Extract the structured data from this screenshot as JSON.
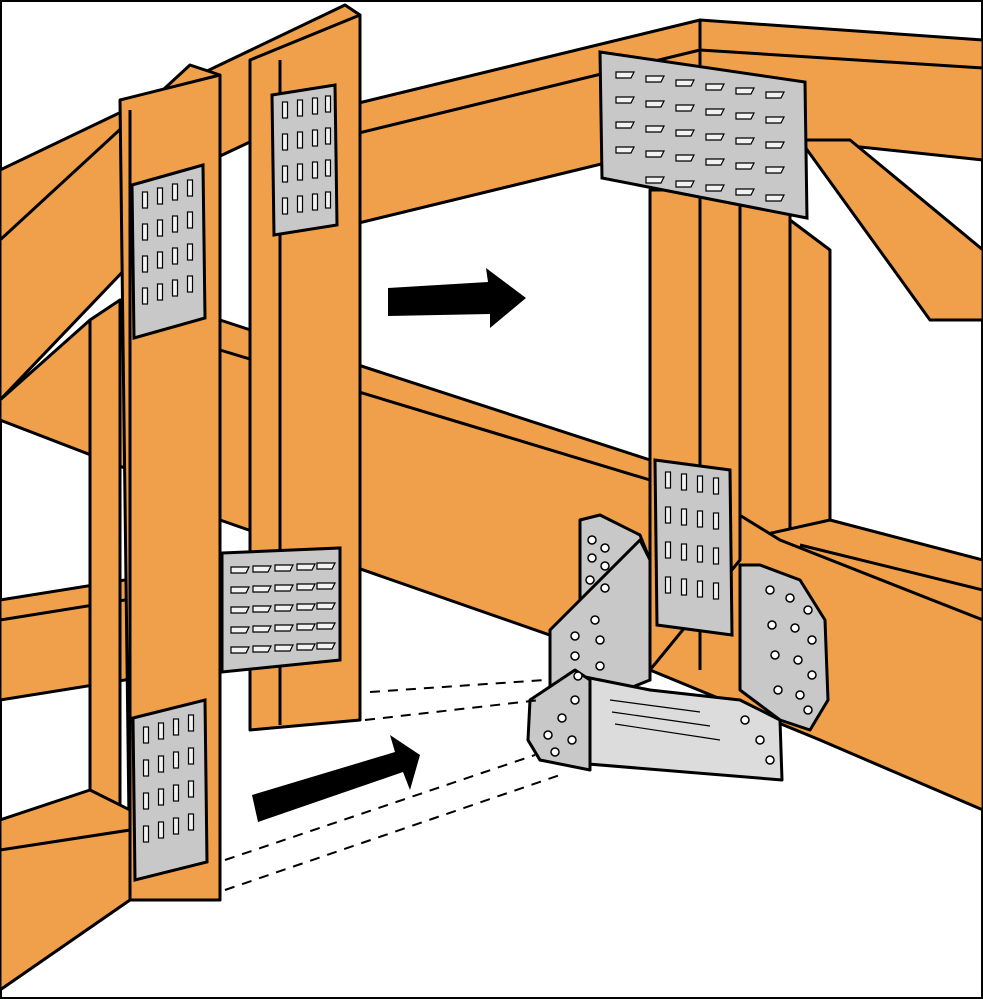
{
  "illustration": {
    "colors": {
      "lumber": "#f0a04b",
      "metal_plate": "#c8c8c8",
      "metal_light": "#dcdcdc",
      "outline": "#000000",
      "background": "#ffffff"
    },
    "icons": {
      "upper_arrow": "right-arrow-icon",
      "lower_arrow": "right-arrow-icon"
    },
    "parts": [
      "timber-truss",
      "nail-plate",
      "angle-bracket"
    ]
  }
}
